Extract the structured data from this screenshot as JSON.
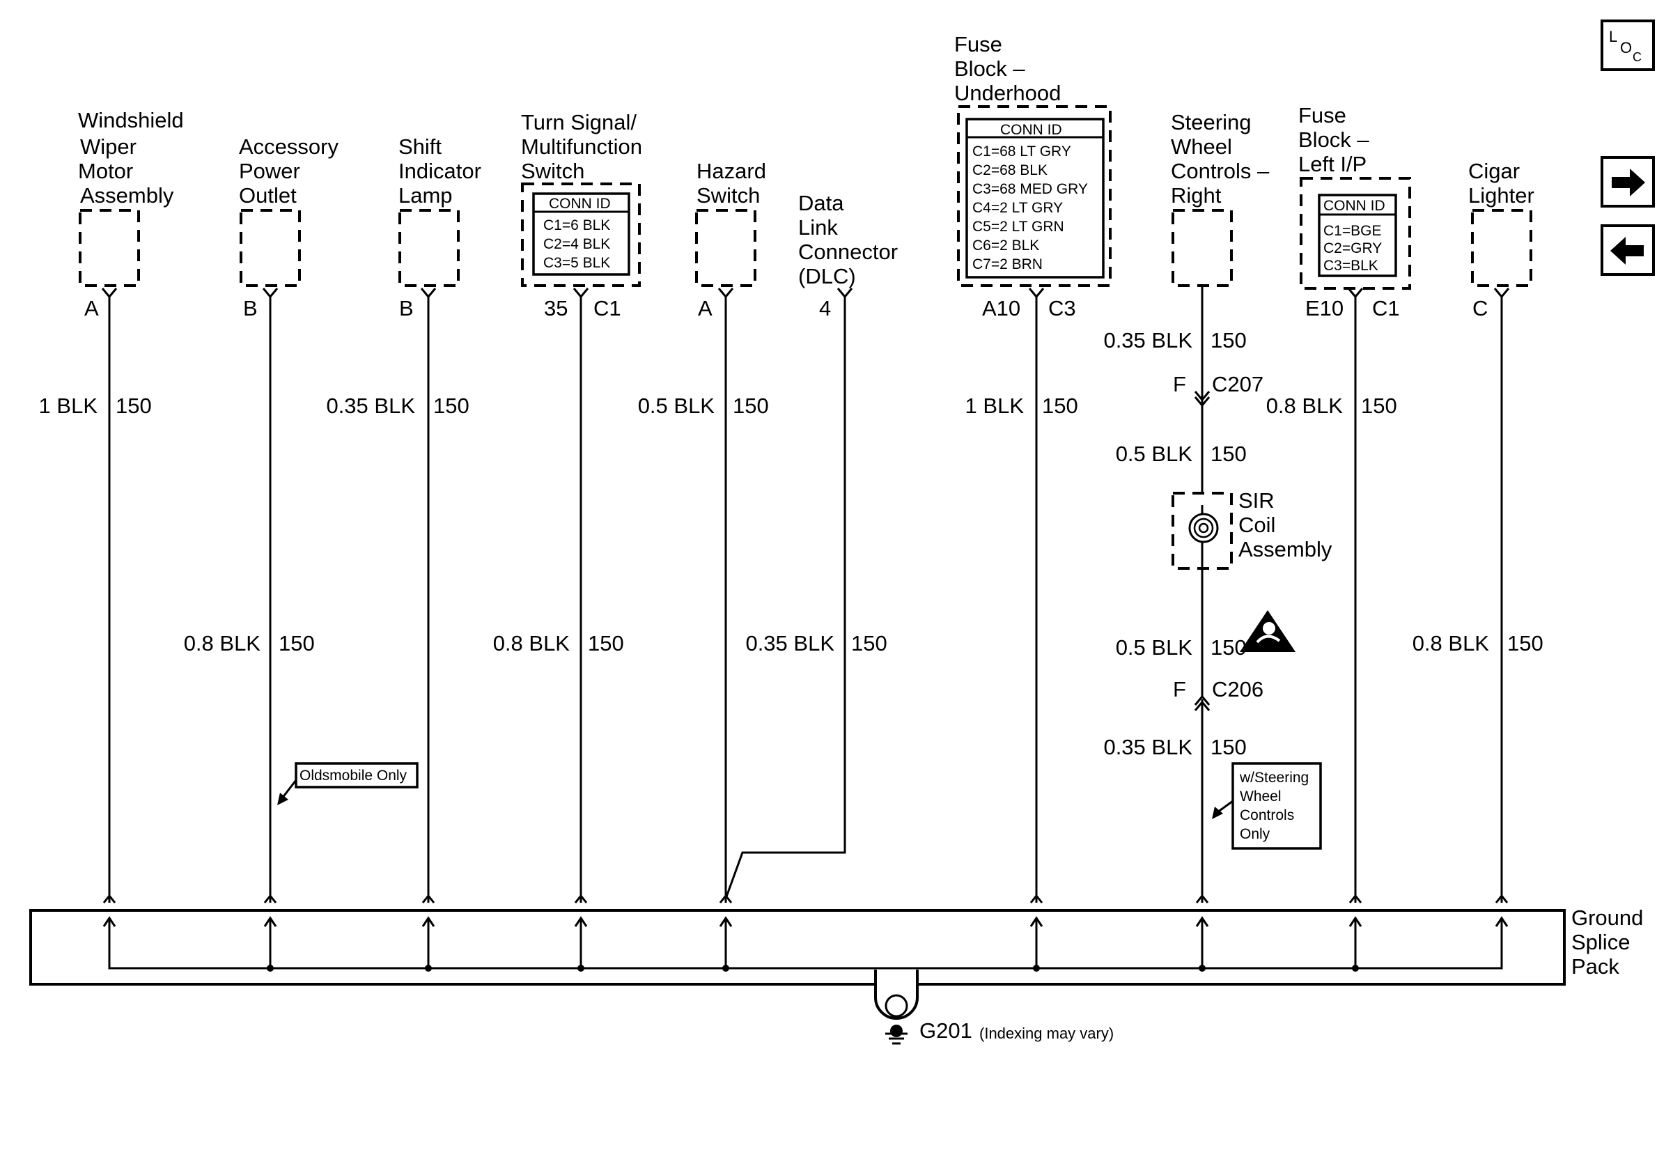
{
  "components": [
    {
      "lines": [
        "Windshield",
        "Wiper",
        "Motor",
        "Assembly"
      ],
      "pin": "A"
    },
    {
      "lines": [
        "Accessory",
        "Power",
        "Outlet"
      ],
      "pin": "B"
    },
    {
      "lines": [
        "Shift",
        "Indicator",
        "Lamp"
      ],
      "pin": "B"
    },
    {
      "lines": [
        "Turn Signal/",
        "Multifunction",
        "Switch"
      ],
      "pin": "35",
      "conn": "C1",
      "conn_id": {
        "header": "CONN ID",
        "rows": [
          "C1=6 BLK",
          "C2=4 BLK",
          "C3=5 BLK"
        ]
      }
    },
    {
      "lines": [
        "Hazard",
        "Switch"
      ],
      "pin": "A"
    },
    {
      "lines": [
        "Data",
        "Link",
        "Connector",
        "(DLC)"
      ],
      "pin": "4"
    },
    {
      "lines": [
        "Fuse",
        "Block –",
        "Underhood"
      ],
      "pin": "A10",
      "conn": "C3",
      "conn_id": {
        "header": "CONN ID",
        "rows": [
          "C1=68 LT GRY",
          "C2=68 BLK",
          "C3=68 MED GRY",
          "C4=2 LT GRY",
          "C5=2 LT GRN",
          "C6=2 BLK",
          "C7=2 BRN"
        ]
      }
    },
    {
      "lines": [
        "Steering",
        "Wheel",
        "Controls –",
        "Right"
      ]
    },
    {
      "lines": [
        "Fuse",
        "Block –",
        "Left I/P"
      ],
      "pin": "E10",
      "conn": "C1",
      "conn_id": {
        "header": "CONN ID",
        "rows": [
          "C1=BGE",
          "C2=GRY",
          "C3=BLK"
        ]
      }
    },
    {
      "lines": [
        "Cigar",
        "Lighter"
      ],
      "pin": "C"
    }
  ],
  "wires": [
    {
      "size": "1 BLK",
      "circuit": "150"
    },
    {
      "size": "0.8 BLK",
      "circuit": "150"
    },
    {
      "size": "0.35 BLK",
      "circuit": "150"
    },
    {
      "size": "0.8 BLK",
      "circuit": "150"
    },
    {
      "size": "0.5 BLK",
      "circuit": "150"
    },
    {
      "size": "0.35 BLK",
      "circuit": "150"
    },
    {
      "size": "1 BLK",
      "circuit": "150"
    },
    {
      "size": "0.8 BLK",
      "circuit": "150"
    },
    {
      "size": "0.8 BLK",
      "circuit": "150"
    }
  ],
  "steering_wires": [
    {
      "size": "0.35 BLK",
      "circuit": "150"
    },
    {
      "size": "0.5 BLK",
      "circuit": "150"
    },
    {
      "size": "0.5 BLK",
      "circuit": "150"
    },
    {
      "size": "0.35 BLK",
      "circuit": "150"
    }
  ],
  "inline_connectors": [
    {
      "pin": "F",
      "name": "C207"
    },
    {
      "pin": "F",
      "name": "C206"
    }
  ],
  "sir": {
    "lines": [
      "SIR",
      "Coil",
      "Assembly"
    ]
  },
  "notes": {
    "oldsmobile": "Oldsmobile Only",
    "steering": [
      "w/Steering",
      "Wheel",
      "Controls",
      "Only"
    ]
  },
  "splice": {
    "lines": [
      "Ground",
      "Splice",
      "Pack"
    ]
  },
  "ground": {
    "name": "G201",
    "note": "(Indexing may vary)"
  },
  "loc_icon": {
    "text_top": "L",
    "text_mid": "O",
    "text_bot": "C"
  },
  "icons": [
    "loc-icon",
    "next-arrow-icon",
    "prev-arrow-icon",
    "sir-warning-icon",
    "ground-symbol-icon",
    "sir-coil-icon"
  ]
}
